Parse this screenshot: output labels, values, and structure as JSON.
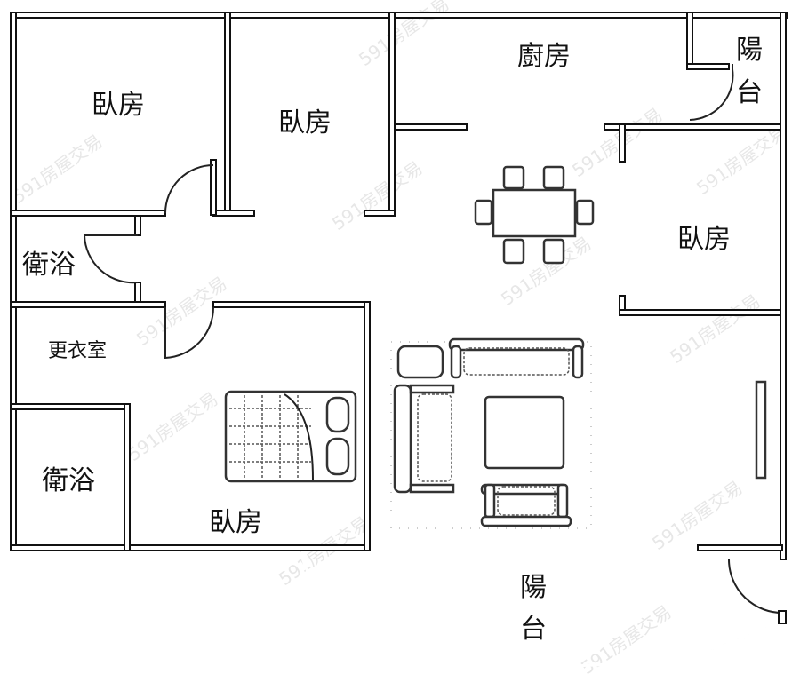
{
  "floorplan": {
    "rooms": {
      "bedroom_top_left": "臥房",
      "bedroom_top_middle": "臥房",
      "kitchen": "廚房",
      "balcony_top_right_1": "陽",
      "balcony_top_right_2": "台",
      "bedroom_right": "臥房",
      "bathroom_left": "衛浴",
      "walk_in_closet": "更衣室",
      "bathroom_bottom_left": "衛浴",
      "master_bedroom": "臥房",
      "balcony_bottom_1": "陽",
      "balcony_bottom_2": "台"
    },
    "watermark": "591房屋交易"
  }
}
